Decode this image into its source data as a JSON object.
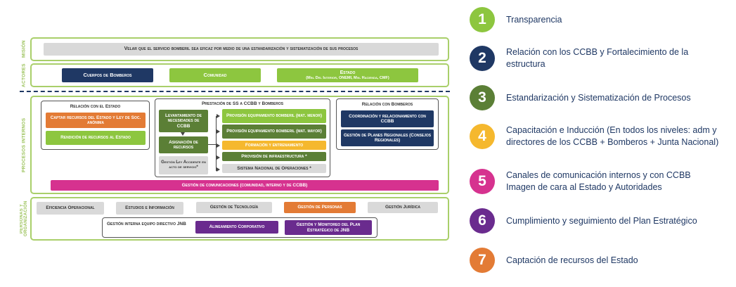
{
  "labels": {
    "mision": "MISIÓN",
    "actores": "ACTORES",
    "procesos": "PROCESOS INTERNOS",
    "personas": "PERSONAS Y ORGANIZACIÓN"
  },
  "mision": {
    "text": "Velar que el servicio bomberil sea eficaz por medio de una estandarización y sistematización de sus procesos"
  },
  "actores": {
    "bomberos": "Cuerpos de Bomberos",
    "comunidad": "Comunidad",
    "estado_title": "Estado",
    "estado_sub": "(Min. Del Interior, ONEMI, Min. Hacienda, CMF)"
  },
  "procesos": {
    "relacion_estado": {
      "title": "Relación con el Estado",
      "captar": "Captar recursos del Estado y Ley de Soc. anónima",
      "rendicion": "Rendición de recursos al Estado"
    },
    "prestacion": {
      "title": "Prestación de SS a CCBB y Bomberos",
      "levantamiento": "Levantamiento de necesidades de CCBB",
      "asignacion": "Asignación de recursos",
      "gestion_ley": "Gestión Ley Accidente en acto de servicio*",
      "prov_menor": "Provisión equipamiento bomberil (mat. menor)",
      "prov_mayor": "Provisión equipamiento bomberil (mat. mayor)",
      "formacion": "Formación y entrenamiento",
      "infraestructura": "Provisión de infraestructura *",
      "sno": "Sistema Nacional de Operaciones *"
    },
    "relacion_bomberos": {
      "title": "Relación con Bomberos",
      "coordinacion": "Coordinación y relacionamiento con CCBB",
      "planes": "Gestión de Planes Regionales (Consejos Regionales)"
    },
    "comunicaciones": "Gestión de comunicaciones (comunidad, interno y de CCBB)"
  },
  "personas": {
    "eficiencia": "Eficiencia Operacional",
    "estudios": "Estudios e Información",
    "tecnologia": "Gestión de Tecnología",
    "personas": "Gestión de Personas",
    "juridica": "Gestión Jurídica",
    "equipo_title": "Gestión interna equipo directivo JNB",
    "alineamiento": "Alineamiento Corporativo",
    "monitoreo": "Gestión y Monitoreo del Plan Estratégico de JNB"
  },
  "legend": [
    {
      "num": "1",
      "color": "#8dc63f",
      "text": "Transparencia"
    },
    {
      "num": "2",
      "color": "#1f3864",
      "text": "Relación con los CCBB y Fortalecimiento  de la estructura"
    },
    {
      "num": "3",
      "color": "#5b7f36",
      "text": "Estandarización  y Sistematización  de Procesos"
    },
    {
      "num": "4",
      "color": "#f5b82e",
      "text": "Capacitación  e Inducción (En todos los niveles: adm y directores de los CCBB + Bomberos + Junta Nacional)"
    },
    {
      "num": "5",
      "color": "#d6328f",
      "text": "Canales de comunicación  internos y con CCBB Imagen de cara al Estado y Autoridades"
    },
    {
      "num": "6",
      "color": "#6a2b8e",
      "text": "Cumplimiento  y seguimiento  del Plan Estratégico"
    },
    {
      "num": "7",
      "color": "#e37b35",
      "text": "Captación de recursos del Estado"
    }
  ]
}
